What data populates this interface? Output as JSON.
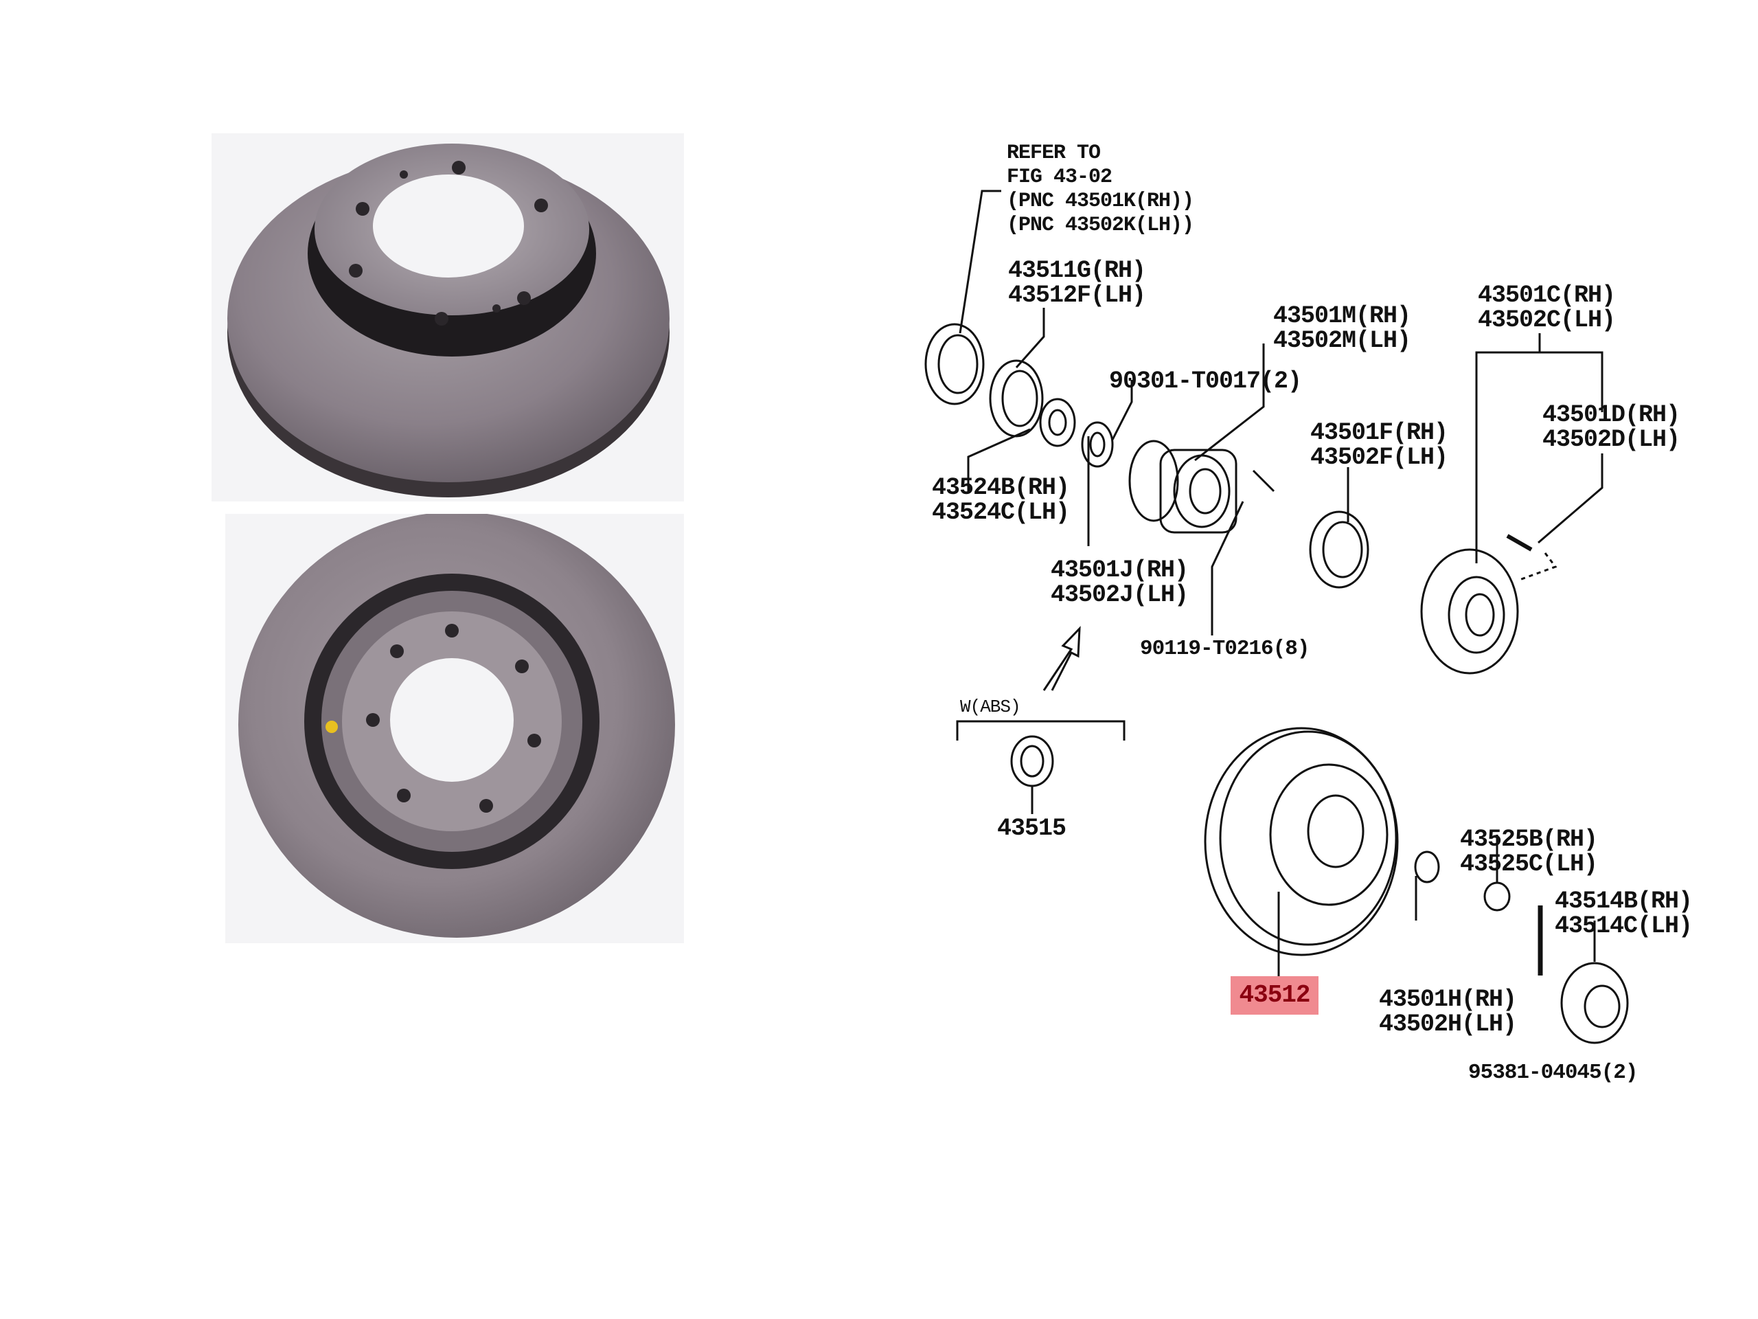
{
  "photos": {
    "top": "rotor-top-view",
    "bottom": "rotor-bottom-view"
  },
  "diagram": {
    "refer": [
      "REFER TO",
      "FIG 43-02",
      "(PNC 43501K(RH))",
      "(PNC 43502K(LH))"
    ],
    "labels": {
      "l43511": [
        "43511G(RH)",
        "43512F(LH)"
      ],
      "l43501m": [
        "43501M(RH)",
        "43502M(LH)"
      ],
      "l43501c": [
        "43501C(RH)",
        "43502C(LH)"
      ],
      "l90301": "90301-T0017(2)",
      "l43501f": [
        "43501F(RH)",
        "43502F(LH)"
      ],
      "l43501d": [
        "43501D(RH)",
        "43502D(LH)"
      ],
      "l43524": [
        "43524B(RH)",
        "43524C(LH)"
      ],
      "l43501j": [
        "43501J(RH)",
        "43502J(LH)"
      ],
      "l90119": "90119-T0216(8)",
      "wabs": "W(ABS)",
      "l43515": "43515",
      "l43525": [
        "43525B(RH)",
        "43525C(LH)"
      ],
      "l43514": [
        "43514B(RH)",
        "43514C(LH)"
      ],
      "l43501h": [
        "43501H(RH)",
        "43502H(LH)"
      ],
      "l95381": "95381-04045(2)",
      "highlighted": "43512"
    },
    "highlight_color": "#f08a90"
  }
}
